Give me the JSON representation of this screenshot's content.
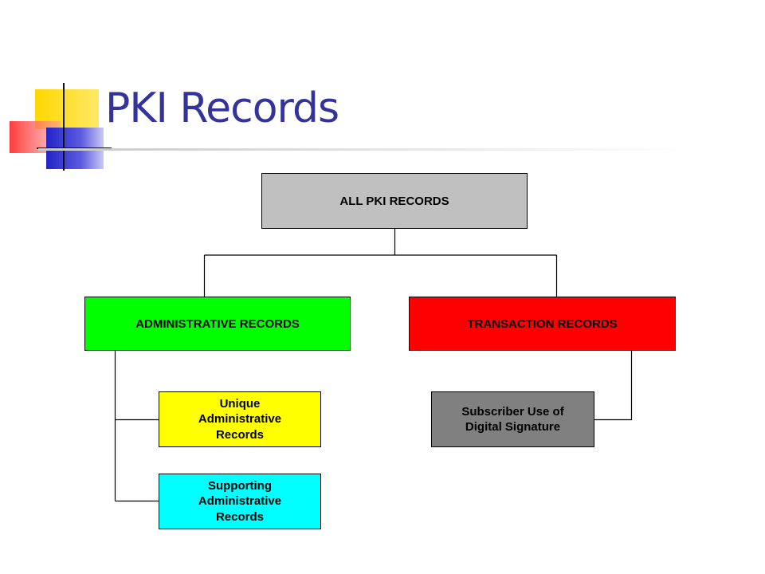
{
  "slide": {
    "title": "PKI Records"
  },
  "diagram": {
    "root": {
      "label": "ALL PKI RECORDS",
      "color": "#c0c0c0"
    },
    "admin": {
      "label": "ADMINISTRATIVE RECORDS",
      "color": "#00ff00"
    },
    "transaction": {
      "label": "TRANSACTION RECORDS",
      "color": "#ff0000"
    },
    "unique_admin": {
      "label": "Unique\nAdministrative\nRecords",
      "color": "#ffff00"
    },
    "supporting_admin": {
      "label": "Supporting\nAdministrative\nRecords",
      "color": "#00ffff"
    },
    "subscriber_use": {
      "label": "Subscriber Use of\nDigital Signature",
      "color": "#808080"
    }
  }
}
